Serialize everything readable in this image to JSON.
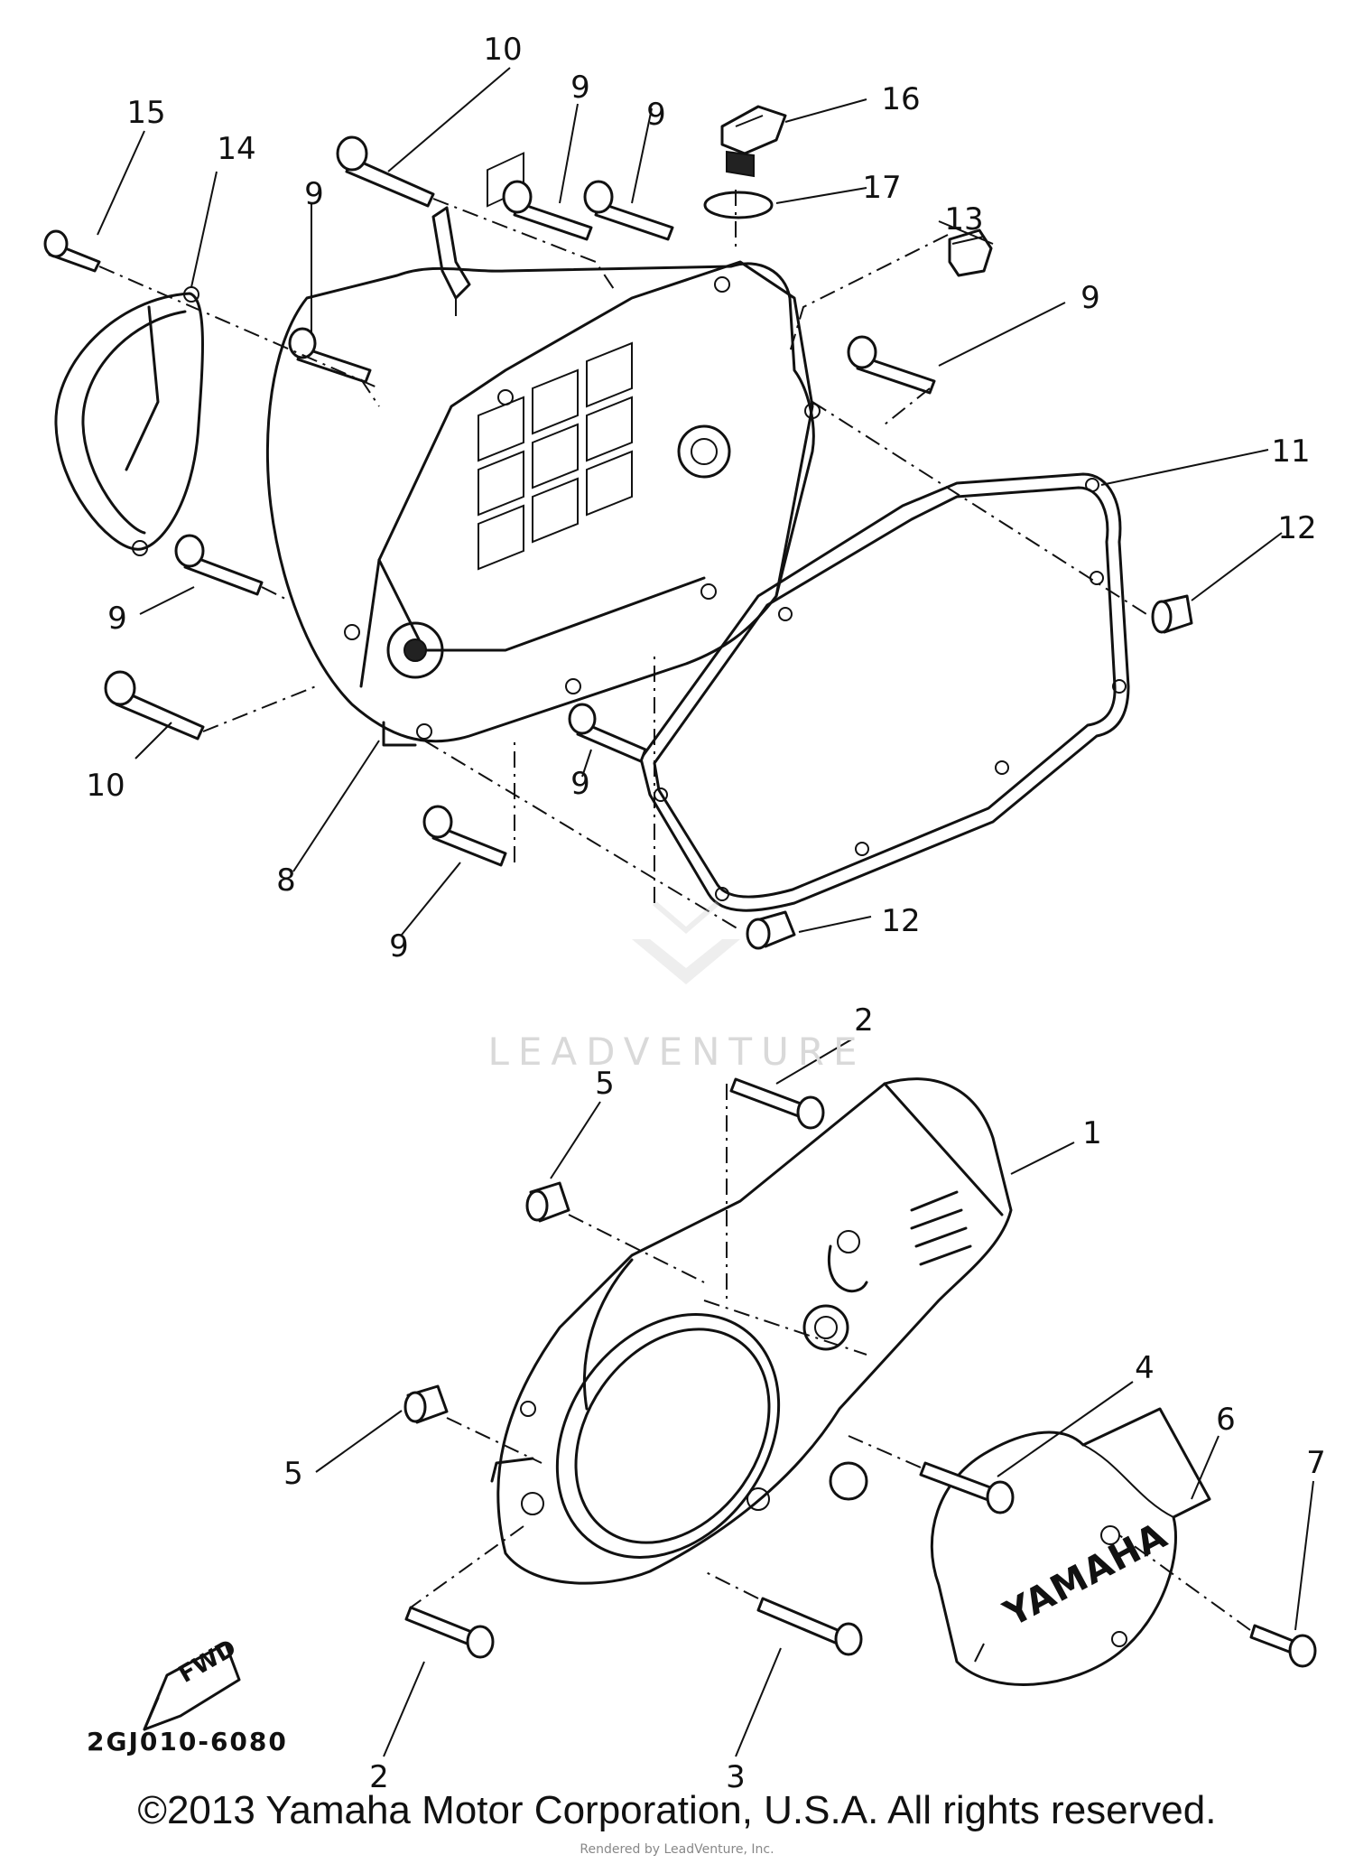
{
  "diagram": {
    "callouts": [
      {
        "id": "c15a",
        "text": "15"
      },
      {
        "id": "c14",
        "text": "14"
      },
      {
        "id": "c10a",
        "text": "10"
      },
      {
        "id": "c9a",
        "text": "9"
      },
      {
        "id": "c9b",
        "text": "9"
      },
      {
        "id": "c16",
        "text": "16"
      },
      {
        "id": "c17",
        "text": "17"
      },
      {
        "id": "c13",
        "text": "13"
      },
      {
        "id": "c9c",
        "text": "9"
      },
      {
        "id": "c9d",
        "text": "9"
      },
      {
        "id": "c11",
        "text": "11"
      },
      {
        "id": "c12a",
        "text": "12"
      },
      {
        "id": "c9e",
        "text": "9"
      },
      {
        "id": "c10b",
        "text": "10"
      },
      {
        "id": "c9f",
        "text": "9"
      },
      {
        "id": "c8",
        "text": "8"
      },
      {
        "id": "c9g",
        "text": "9"
      },
      {
        "id": "c12b",
        "text": "12"
      },
      {
        "id": "c2a",
        "text": "2"
      },
      {
        "id": "c5a",
        "text": "5"
      },
      {
        "id": "c1",
        "text": "1"
      },
      {
        "id": "c4",
        "text": "4"
      },
      {
        "id": "c6",
        "text": "6"
      },
      {
        "id": "c7",
        "text": "7"
      },
      {
        "id": "c5b",
        "text": "5"
      },
      {
        "id": "c2b",
        "text": "2"
      },
      {
        "id": "c3",
        "text": "3"
      }
    ],
    "diagram_code": "2GJ010-6080",
    "brand_mark": "YAMAHA",
    "fwd_tag": "FWD",
    "copyright": "©2013 Yamaha Motor Corporation, U.S.A. All rights reserved.",
    "rendered_by": "Rendered by LeadVenture, Inc.",
    "watermark": "LEADVENTURE"
  }
}
